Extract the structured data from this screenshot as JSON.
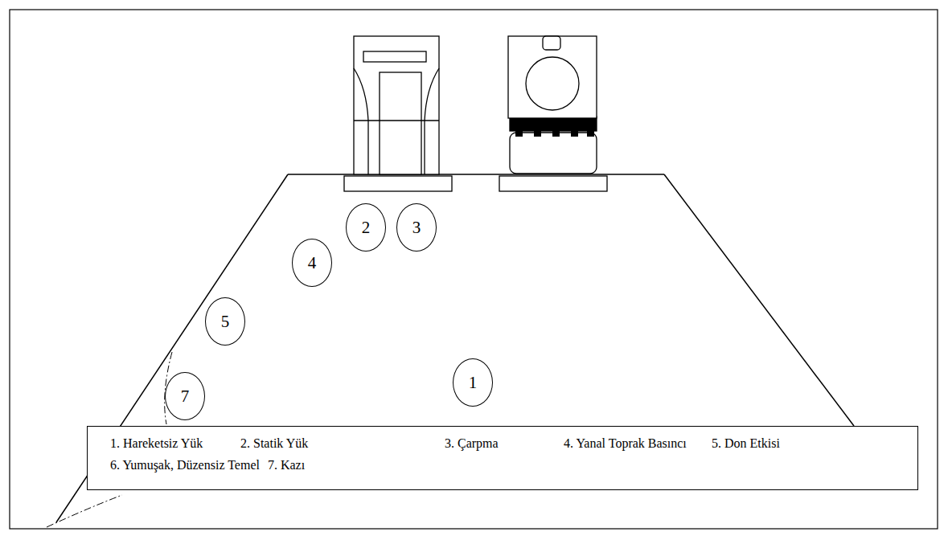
{
  "diagram": {
    "nodes": [
      {
        "text": [
          "2"
        ]
      },
      {
        "text": [
          "3"
        ]
      },
      {
        "text": [
          "4"
        ]
      },
      {
        "text": [
          "5"
        ]
      },
      {
        "text": [
          "1"
        ]
      },
      {
        "text": [
          "7"
        ]
      },
      {
        "text": [
          "1. Hareketsiz Yük",
          "2. Statik Yük",
          "3. Çarpma",
          "4. Yanal Toprak Basıncı",
          "5. Don Etkisi",
          "6. Yumuşak, Düzensiz Temel",
          "7. Kazı"
        ]
      }
    ]
  }
}
